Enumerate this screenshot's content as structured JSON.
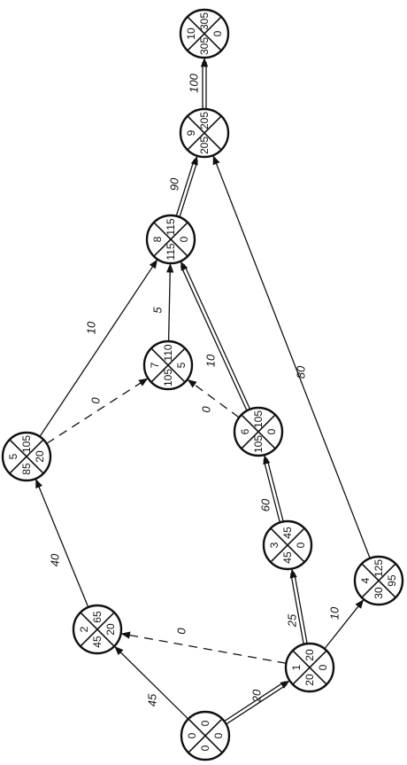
{
  "nodes": [
    {
      "id": "0",
      "values": [
        "0",
        "0",
        "0",
        "0"
      ]
    },
    {
      "id": "1",
      "values": [
        "1",
        "20",
        "20",
        "0"
      ]
    },
    {
      "id": "2",
      "values": [
        "2",
        "65",
        "45",
        "20"
      ]
    },
    {
      "id": "3",
      "values": [
        "3",
        "45",
        "45",
        "0"
      ]
    },
    {
      "id": "4",
      "values": [
        "4",
        "125",
        "30",
        "95"
      ]
    },
    {
      "id": "5",
      "values": [
        "5",
        "105",
        "85",
        "20"
      ]
    },
    {
      "id": "6",
      "values": [
        "6",
        "105",
        "105",
        "0"
      ]
    },
    {
      "id": "7",
      "values": [
        "7",
        "110",
        "105",
        "5"
      ]
    },
    {
      "id": "8",
      "values": [
        "8",
        "115",
        "115",
        "0"
      ]
    },
    {
      "id": "9",
      "values": [
        "9",
        "205",
        "205",
        ""
      ]
    },
    {
      "id": "10",
      "values": [
        "10",
        "305",
        "305",
        "0"
      ]
    }
  ],
  "edges": [
    {
      "from": "0",
      "to": "1",
      "label": "20",
      "style": "double"
    },
    {
      "from": "0",
      "to": "2",
      "label": "45",
      "style": "single"
    },
    {
      "from": "1",
      "to": "2",
      "label": "0",
      "style": "dashed"
    },
    {
      "from": "1",
      "to": "3",
      "label": "25",
      "style": "double"
    },
    {
      "from": "1",
      "to": "4",
      "label": "10",
      "style": "single"
    },
    {
      "from": "2",
      "to": "5",
      "label": "40",
      "style": "single"
    },
    {
      "from": "3",
      "to": "6",
      "label": "60",
      "style": "double"
    },
    {
      "from": "4",
      "to": "9",
      "label": "80",
      "style": "single"
    },
    {
      "from": "5",
      "to": "7",
      "label": "0",
      "style": "dashed"
    },
    {
      "from": "5",
      "to": "8",
      "label": "10",
      "style": "single"
    },
    {
      "from": "6",
      "to": "7",
      "label": "0",
      "style": "dashed"
    },
    {
      "from": "6",
      "to": "8",
      "label": "10",
      "style": "double"
    },
    {
      "from": "7",
      "to": "8",
      "label": "5",
      "style": "single"
    },
    {
      "from": "8",
      "to": "9",
      "label": "90",
      "style": "double"
    },
    {
      "from": "9",
      "to": "10",
      "label": "100",
      "style": "double"
    }
  ]
}
